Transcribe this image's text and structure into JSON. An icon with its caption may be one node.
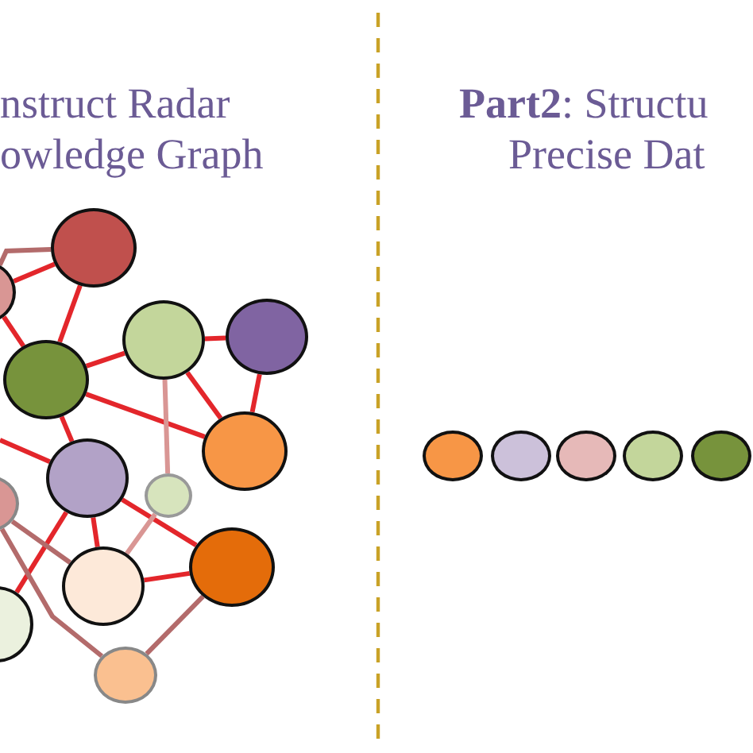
{
  "diagram": {
    "nodes": [
      {
        "text": [],
        "shape": "circle"
      },
      {
        "text": [],
        "shape": "circle"
      },
      {
        "text": [],
        "shape": "circle"
      },
      {
        "text": [],
        "shape": "circle"
      },
      {
        "text": [],
        "shape": "circle"
      },
      {
        "text": [],
        "shape": "circle"
      },
      {
        "text": [],
        "shape": "circle"
      },
      {
        "text": [],
        "shape": "circle"
      },
      {
        "text": [],
        "shape": "circle"
      },
      {
        "text": [],
        "shape": "circle"
      },
      {
        "text": [],
        "shape": "circle"
      },
      {
        "text": [],
        "shape": "circle"
      },
      {
        "text": [],
        "shape": "circle"
      },
      {
        "text": [],
        "shape": "circle"
      },
      {
        "text": [],
        "shape": "circle"
      },
      {
        "text": [],
        "shape": "circle"
      },
      {
        "text": [],
        "shape": "circle"
      },
      {
        "text": [],
        "shape": "circle"
      }
    ],
    "edges": [
      {
        "from": 1,
        "to": 0,
        "arrow": "none",
        "color": "#b36b6b"
      },
      {
        "from": 1,
        "to": 0,
        "arrow": "none"
      },
      {
        "from": 0,
        "to": 2,
        "arrow": "none"
      },
      {
        "from": 1,
        "to": 2,
        "arrow": "none"
      },
      {
        "from": 2,
        "to": 3,
        "arrow": "none"
      },
      {
        "from": 2,
        "to": 5,
        "arrow": "none"
      },
      {
        "from": 2,
        "to": 6,
        "arrow": "none"
      },
      {
        "from": 3,
        "to": 4,
        "arrow": "none"
      },
      {
        "from": 3,
        "to": 5,
        "arrow": "none"
      },
      {
        "from": 4,
        "to": 5,
        "arrow": "none"
      },
      {
        "from": 3,
        "to": 7,
        "arrow": "none",
        "color": "#d99694"
      },
      {
        "from": null,
        "to": 6,
        "arrow": "none"
      },
      {
        "from": 6,
        "to": 11,
        "arrow": "none"
      },
      {
        "from": 6,
        "to": 9,
        "arrow": "none"
      },
      {
        "from": 6,
        "to": 10,
        "arrow": "none"
      },
      {
        "from": 7,
        "to": 9,
        "arrow": "none",
        "color": "#d99694"
      },
      {
        "from": 9,
        "to": 10,
        "arrow": "none"
      },
      {
        "from": 8,
        "to": 9,
        "arrow": "none",
        "color": "#b36b6b"
      },
      {
        "from": 8,
        "to": 12,
        "arrow": "none",
        "color": "#b36b6b"
      },
      {
        "from": 10,
        "to": 12,
        "arrow": "none",
        "color": "#b36b6b"
      }
    ],
    "labels": [
      "nstruct Radar",
      "owledge Graph",
      "**Part2**: Structu",
      "Precise Dat"
    ]
  }
}
